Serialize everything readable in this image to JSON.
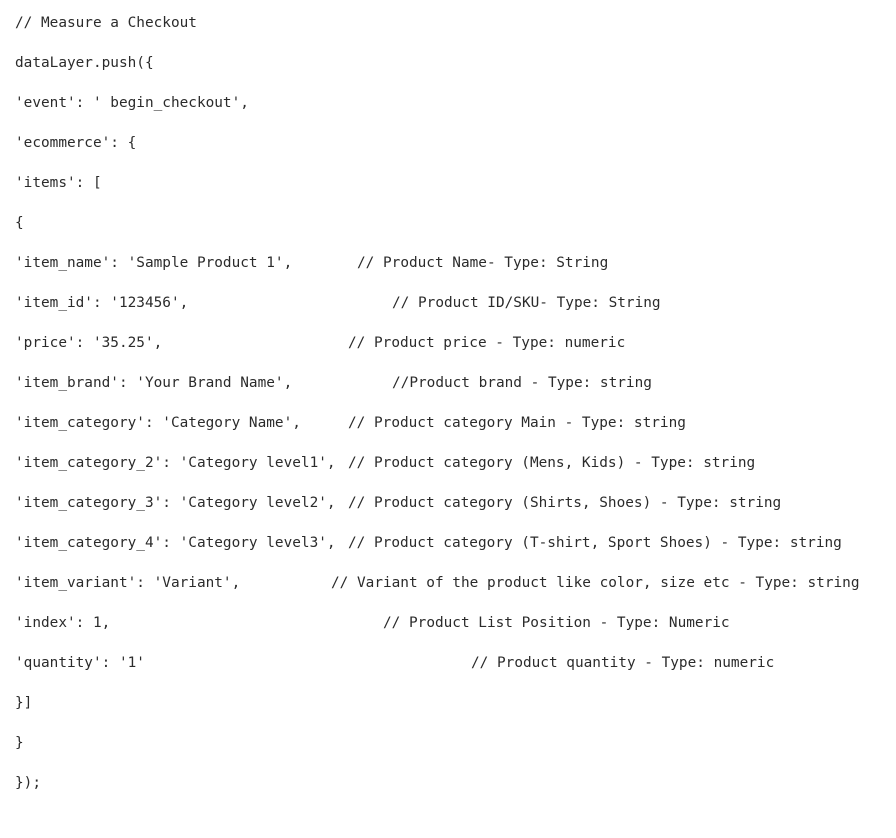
{
  "lines": [
    {
      "code": "// Measure a Checkout",
      "comment": ""
    },
    {
      "code": "dataLayer.push({",
      "comment": ""
    },
    {
      "code": "'event': ' begin_checkout',",
      "comment": ""
    },
    {
      "code": "'ecommerce': {",
      "comment": ""
    },
    {
      "code": "'items': [",
      "comment": ""
    },
    {
      "code": "{",
      "comment": ""
    },
    {
      "code": "'item_name': 'Sample Product 1',",
      "comment": "// Product Name- Type: String"
    },
    {
      "code": "'item_id': '123456',",
      "comment": "// Product ID/SKU- Type: String"
    },
    {
      "code": "'price': '35.25',",
      "comment": "// Product price - Type: numeric"
    },
    {
      "code": "'item_brand': 'Your Brand Name',",
      "comment": "//Product brand - Type: string"
    },
    {
      "code": "'item_category': 'Category Name',",
      "comment": "// Product category Main - Type: string"
    },
    {
      "code": "'item_category_2': 'Category level1',",
      "comment": "// Product category (Mens, Kids) - Type: string"
    },
    {
      "code": "'item_category_3': 'Category level2',",
      "comment": "// Product category (Shirts, Shoes) - Type: string"
    },
    {
      "code": "'item_category_4': 'Category level3',",
      "comment": "// Product category (T-shirt, Sport Shoes) - Type: string"
    },
    {
      "code": "'item_variant': 'Variant',",
      "comment": "// Variant of the product like color, size etc - Type: string"
    },
    {
      "code": "'index': 1,",
      "comment": "// Product List Position - Type: Numeric"
    },
    {
      "code": "'quantity': '1'",
      "comment": "// Product quantity - Type: numeric"
    },
    {
      "code": "}]",
      "comment": ""
    },
    {
      "code": "}",
      "comment": ""
    },
    {
      "code": "});",
      "comment": ""
    }
  ]
}
